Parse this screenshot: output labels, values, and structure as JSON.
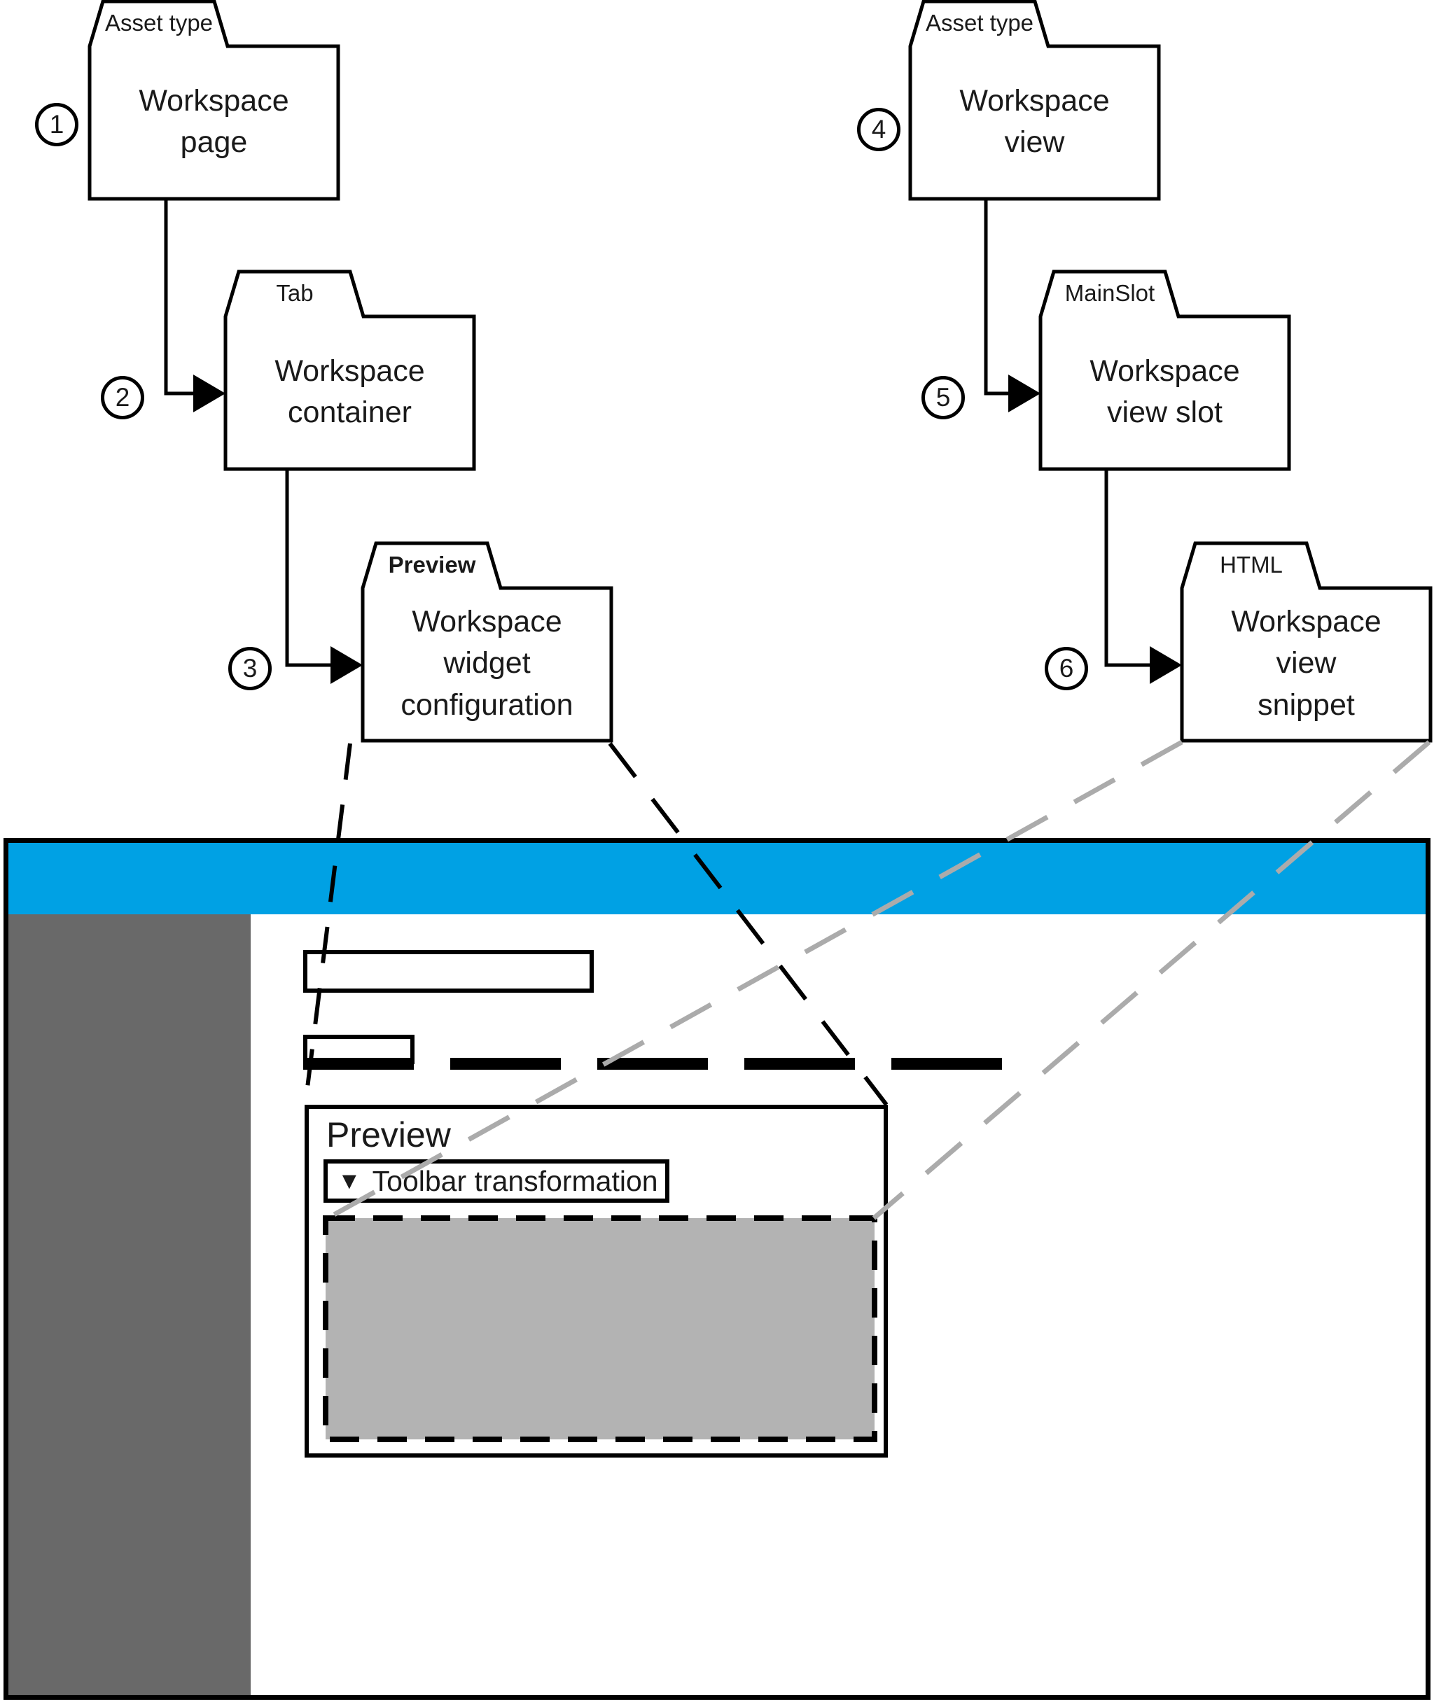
{
  "diagram": {
    "folders": [
      {
        "tab": "Asset type",
        "label": "Workspace\npage"
      },
      {
        "tab": "Tab",
        "label": "Workspace\ncontainer"
      },
      {
        "tab": "Preview",
        "label": "Workspace\nwidget\nconfiguration"
      },
      {
        "tab": "Asset type",
        "label": "Workspace\nview"
      },
      {
        "tab": "MainSlot",
        "label": "Workspace\nview slot"
      },
      {
        "tab": "HTML",
        "label": "Workspace\nview\nsnippet"
      }
    ],
    "step_numbers": [
      "1",
      "2",
      "3",
      "4",
      "5",
      "6"
    ]
  },
  "mockup": {
    "preview_title": "Preview",
    "toolbar_icon": "▼",
    "toolbar_label": "Toolbar transformation"
  },
  "colors": {
    "header-blue": "#00A1E4",
    "sidebar-gray": "#696969",
    "placeholder-gray": "#B3B3B3",
    "dash-gray": "#ABABAB"
  }
}
